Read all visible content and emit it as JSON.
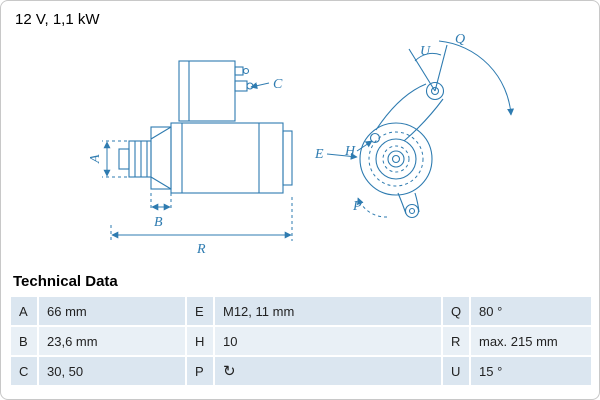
{
  "header": {
    "spec": "12 V, 1,1 kW"
  },
  "drawing": {
    "labels": {
      "A": "A",
      "B": "B",
      "C": "C",
      "R": "R",
      "E": "E",
      "H": "H",
      "P": "P",
      "Q": "Q",
      "U": "U"
    }
  },
  "table": {
    "title": "Technical Data",
    "icons": {
      "rotation": "↻"
    },
    "rows": [
      [
        {
          "k": "A",
          "v": "66 mm"
        },
        {
          "k": "E",
          "v": "M12, 11 mm"
        },
        {
          "k": "Q",
          "v": "80 °"
        }
      ],
      [
        {
          "k": "B",
          "v": "23,6 mm"
        },
        {
          "k": "H",
          "v": "10"
        },
        {
          "k": "R",
          "v": "max. 215 mm"
        }
      ],
      [
        {
          "k": "C",
          "v": "30, 50"
        },
        {
          "k": "P",
          "v": ""
        },
        {
          "k": "U",
          "v": "15 °"
        }
      ]
    ]
  },
  "colors": {
    "line": "#2e7bb0",
    "row_odd": "#dbe6f0",
    "row_even": "#e9f0f6"
  }
}
